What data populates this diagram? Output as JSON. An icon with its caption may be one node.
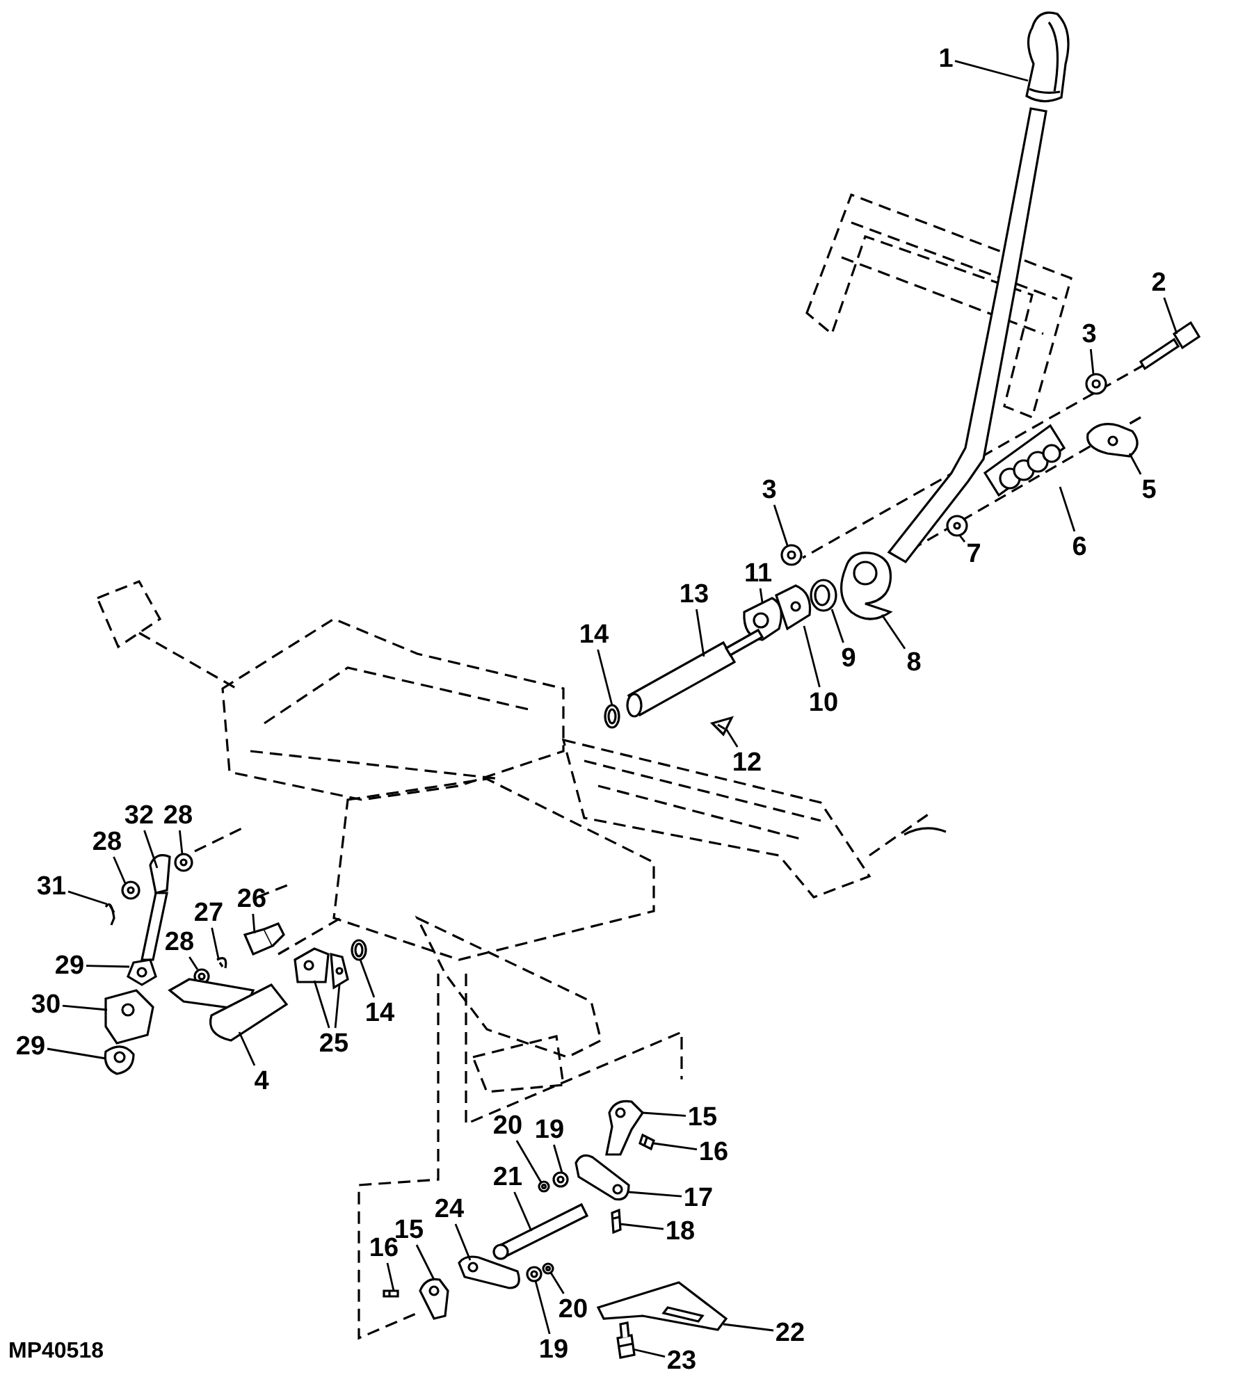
{
  "diagram": {
    "nodes": [
      {
        "text": [
          "1"
        ]
      },
      {
        "text": [
          "2"
        ]
      },
      {
        "text": [
          "3"
        ]
      },
      {
        "text": [
          "5"
        ]
      },
      {
        "text": [
          "6"
        ]
      },
      {
        "text": [
          "3"
        ]
      },
      {
        "text": [
          "7"
        ]
      },
      {
        "text": [
          "11"
        ]
      },
      {
        "text": [
          "13"
        ]
      },
      {
        "text": [
          "8"
        ]
      },
      {
        "text": [
          "9"
        ]
      },
      {
        "text": [
          "10"
        ]
      },
      {
        "text": [
          "14"
        ]
      },
      {
        "text": [
          "12"
        ]
      },
      {
        "text": [
          "32"
        ]
      },
      {
        "text": [
          "28"
        ]
      },
      {
        "text": [
          "28"
        ]
      },
      {
        "text": [
          "31"
        ]
      },
      {
        "text": [
          "27"
        ]
      },
      {
        "text": [
          "26"
        ]
      },
      {
        "text": [
          "28"
        ]
      },
      {
        "text": [
          "29"
        ]
      },
      {
        "text": [
          "30"
        ]
      },
      {
        "text": [
          "29"
        ]
      },
      {
        "text": [
          "4"
        ]
      },
      {
        "text": [
          "25"
        ]
      },
      {
        "text": [
          "14"
        ]
      },
      {
        "text": [
          "15"
        ]
      },
      {
        "text": [
          "16"
        ]
      },
      {
        "text": [
          "20"
        ]
      },
      {
        "text": [
          "19"
        ]
      },
      {
        "text": [
          "21"
        ]
      },
      {
        "text": [
          "17"
        ]
      },
      {
        "text": [
          "18"
        ]
      },
      {
        "text": [
          "24"
        ]
      },
      {
        "text": [
          "15"
        ]
      },
      {
        "text": [
          "16"
        ]
      },
      {
        "text": [
          "20"
        ]
      },
      {
        "text": [
          "19"
        ]
      },
      {
        "text": [
          "22"
        ]
      },
      {
        "text": [
          "23"
        ]
      },
      {
        "text": [],
        "shape": "picture"
      },
      {
        "text": [],
        "shape": "picture"
      },
      {
        "text": [],
        "shape": "picture"
      },
      {
        "text": [],
        "shape": "picture"
      },
      {
        "text": [],
        "shape": "picture"
      },
      {
        "text": [],
        "shape": "picture"
      },
      {
        "text": [],
        "shape": "picture"
      },
      {
        "text": [],
        "shape": "picture"
      },
      {
        "text": [],
        "shape": "picture"
      },
      {
        "text": [],
        "shape": "picture"
      },
      {
        "text": [],
        "shape": "picture"
      },
      {
        "text": [],
        "shape": "picture"
      },
      {
        "text": [],
        "shape": "picture"
      },
      {
        "text": [],
        "shape": "picture"
      },
      {
        "text": [],
        "shape": "picture"
      },
      {
        "text": [],
        "shape": "picture"
      },
      {
        "text": [],
        "shape": "picture"
      },
      {
        "text": [],
        "shape": "picture"
      },
      {
        "text": [],
        "shape": "picture"
      },
      {
        "text": [],
        "shape": "picture"
      },
      {
        "text": [],
        "shape": "picture"
      },
      {
        "text": [],
        "shape": "picture"
      },
      {
        "text": [],
        "shape": "picture"
      },
      {
        "text": [],
        "shape": "picture"
      },
      {
        "text": [],
        "shape": "picture"
      },
      {
        "text": [],
        "shape": "picture"
      },
      {
        "text": [],
        "shape": "picture"
      },
      {
        "text": [],
        "shape": "picture"
      },
      {
        "text": [],
        "shape": "picture"
      },
      {
        "text": [],
        "shape": "picture"
      },
      {
        "text": [],
        "shape": "picture"
      },
      {
        "text": [],
        "shape": "picture"
      },
      {
        "text": [],
        "shape": "picture"
      },
      {
        "text": [],
        "shape": "picture"
      },
      {
        "text": [],
        "shape": "picture"
      },
      {
        "text": [],
        "shape": "picture"
      },
      {
        "text": [],
        "shape": "picture"
      },
      {
        "text": [],
        "shape": "picture"
      },
      {
        "text": [],
        "shape": "picture"
      },
      {
        "text": [],
        "shape": "picture"
      },
      {
        "text": [],
        "shape": "picture"
      },
      {
        "text": [],
        "shape": "picture"
      }
    ],
    "edges": [
      {
        "from": 0,
        "to": 41,
        "arrow": "none"
      },
      {
        "from": 1,
        "to": 42,
        "arrow": "none"
      },
      {
        "from": 2,
        "to": 43,
        "arrow": "none"
      },
      {
        "from": 3,
        "to": 44,
        "arrow": "none"
      },
      {
        "from": 4,
        "to": 45,
        "arrow": "none"
      },
      {
        "from": 5,
        "to": 46,
        "arrow": "none"
      },
      {
        "from": 6,
        "to": 47,
        "arrow": "none"
      },
      {
        "from": 7,
        "to": 48,
        "arrow": "none"
      },
      {
        "from": 8,
        "to": 49,
        "arrow": "none"
      },
      {
        "from": 9,
        "to": 50,
        "arrow": "none"
      },
      {
        "from": 10,
        "to": 51,
        "arrow": "none"
      },
      {
        "from": 11,
        "to": 52,
        "arrow": "none"
      },
      {
        "from": 12,
        "to": 53,
        "arrow": "none"
      },
      {
        "from": 13,
        "to": 54,
        "arrow": "none"
      },
      {
        "from": 14,
        "to": 55,
        "arrow": "none"
      },
      {
        "from": 15,
        "to": 56,
        "arrow": "none"
      },
      {
        "from": 16,
        "to": 57,
        "arrow": "none"
      },
      {
        "from": 17,
        "to": 58,
        "arrow": "none"
      },
      {
        "from": 18,
        "to": 59,
        "arrow": "none"
      },
      {
        "from": 19,
        "to": 60,
        "arrow": "none"
      },
      {
        "from": 20,
        "to": 61,
        "arrow": "none"
      },
      {
        "from": 21,
        "to": 62,
        "arrow": "none"
      },
      {
        "from": 22,
        "to": 63,
        "arrow": "none"
      },
      {
        "from": 23,
        "to": 64,
        "arrow": "none"
      },
      {
        "from": 24,
        "to": 65,
        "arrow": "none"
      },
      {
        "from": 25,
        "to": 66,
        "arrow": "none"
      },
      {
        "from": 25,
        "to": 67,
        "arrow": "none"
      },
      {
        "from": 26,
        "to": 68,
        "arrow": "none"
      },
      {
        "from": 27,
        "to": 69,
        "arrow": "none"
      },
      {
        "from": 28,
        "to": 70,
        "arrow": "none"
      },
      {
        "from": 29,
        "to": 71,
        "arrow": "none"
      },
      {
        "from": 30,
        "to": 72,
        "arrow": "none"
      },
      {
        "from": 31,
        "to": 73,
        "arrow": "none"
      },
      {
        "from": 32,
        "to": 74,
        "arrow": "none"
      },
      {
        "from": 33,
        "to": 75,
        "arrow": "none"
      },
      {
        "from": 34,
        "to": 76,
        "arrow": "none"
      },
      {
        "from": 35,
        "to": 77,
        "arrow": "none"
      },
      {
        "from": 36,
        "to": 78,
        "arrow": "none"
      },
      {
        "from": 37,
        "to": 79,
        "arrow": "none"
      },
      {
        "from": 38,
        "to": 80,
        "arrow": "none"
      },
      {
        "from": 39,
        "to": 81,
        "arrow": "none"
      },
      {
        "from": 40,
        "to": 82,
        "arrow": "none"
      }
    ],
    "labels": [
      "MP40518"
    ]
  }
}
